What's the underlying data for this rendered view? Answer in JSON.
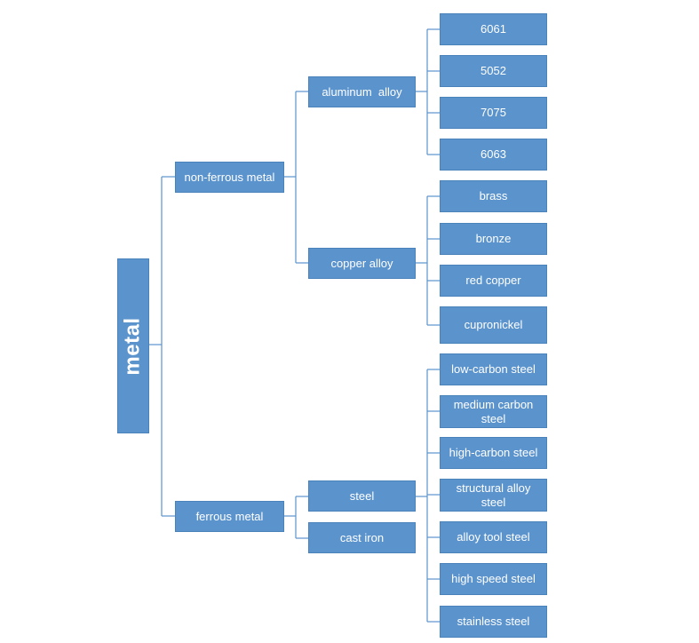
{
  "root": {
    "label": "metal"
  },
  "non_ferrous": {
    "label": "non-ferrous metal",
    "aluminum_alloy": {
      "label": "aluminum  alloy",
      "items": [
        "6061",
        "5052",
        "7075",
        "6063"
      ]
    },
    "copper_alloy": {
      "label": "copper alloy",
      "items": [
        "brass",
        "bronze",
        "red copper",
        "cupronickel"
      ]
    }
  },
  "ferrous": {
    "label": "ferrous metal",
    "steel": {
      "label": "steel",
      "items": [
        "low-carbon steel",
        "medium carbon steel",
        "high-carbon steel",
        "structural alloy steel",
        "alloy tool steel",
        "high speed steel",
        "stainless steel"
      ]
    },
    "cast_iron": {
      "label": "cast iron"
    }
  },
  "colors": {
    "box_fill": "#5b93cd",
    "connector": "#5b93cd",
    "text": "#ffffff"
  }
}
